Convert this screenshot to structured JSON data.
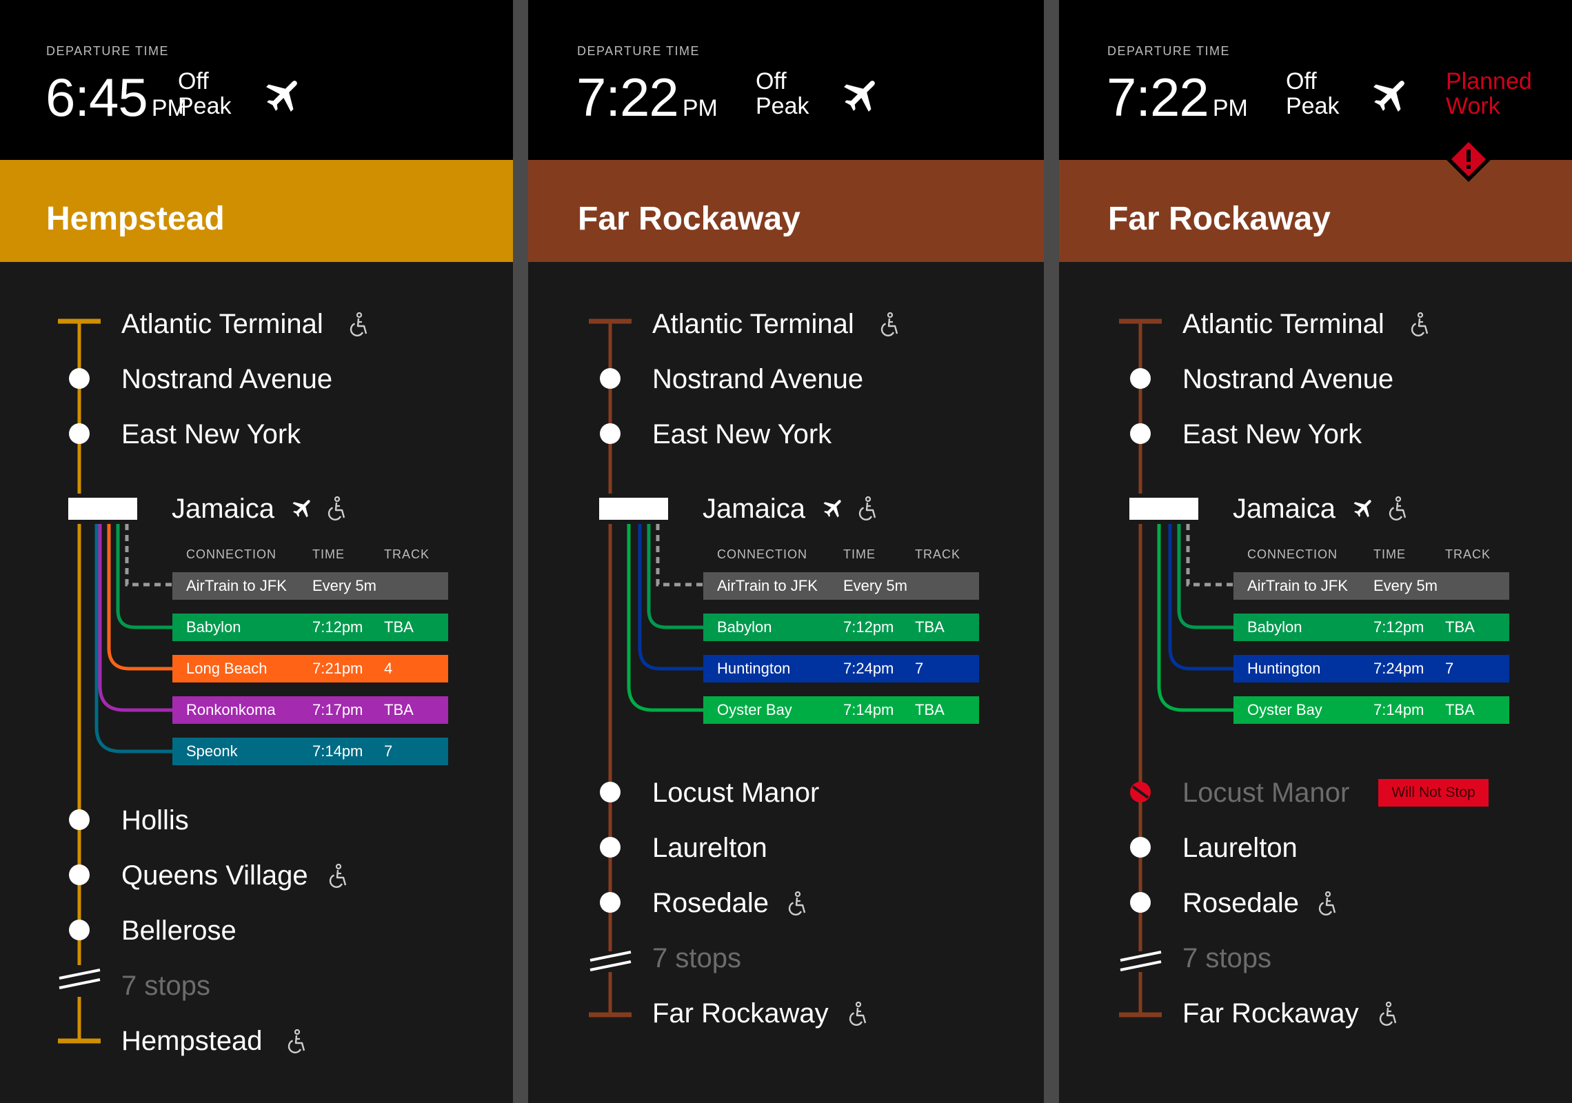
{
  "colors": {
    "hempstead_line": "#d08f00",
    "far_rockaway_line": "#843c1f",
    "babylon": "#009a4d",
    "long_beach": "#ff6316",
    "ronkonkoma": "#a42ab0",
    "speonk": "#006b84",
    "huntington": "#0033a0",
    "oyster_bay": "#00ad45",
    "airtrain": "#555555",
    "planned_work": "#d0021b"
  },
  "icons": {
    "airport": "airplane-icon",
    "accessible": "wheelchair-icon",
    "alert": "exclamation-diamond-icon"
  },
  "panels": [
    {
      "departure_label": "DEPARTURE TIME",
      "time": "6:45",
      "ampm": "PM",
      "peak": "Off Peak",
      "destination": "Hempstead",
      "stops": {
        "s1": "Atlantic Terminal",
        "s2": "Nostrand Avenue",
        "s3": "East New York",
        "hub": "Jamaica",
        "s4": "Hollis",
        "s5": "Queens Village",
        "s6": "Bellerose",
        "skipped": "7 stops",
        "last": "Hempstead"
      },
      "connections": {
        "headers": [
          "CONNECTION",
          "TIME",
          "TRACK"
        ],
        "rows": [
          {
            "name": "AirTrain to JFK",
            "time": "Every 5m",
            "track": ""
          },
          {
            "name": "Babylon",
            "time": "7:12pm",
            "track": "TBA"
          },
          {
            "name": "Long Beach",
            "time": "7:21pm",
            "track": "4"
          },
          {
            "name": "Ronkonkoma",
            "time": "7:17pm",
            "track": "TBA"
          },
          {
            "name": "Speonk",
            "time": "7:14pm",
            "track": "7"
          }
        ]
      }
    },
    {
      "departure_label": "DEPARTURE TIME",
      "time": "7:22",
      "ampm": "PM",
      "peak": "Off Peak",
      "destination": "Far Rockaway",
      "stops": {
        "s1": "Atlantic Terminal",
        "s2": "Nostrand Avenue",
        "s3": "East New York",
        "hub": "Jamaica",
        "s4": "Locust Manor",
        "s5": "Laurelton",
        "s6": "Rosedale",
        "skipped": "7 stops",
        "last": "Far Rockaway"
      },
      "connections": {
        "headers": [
          "CONNECTION",
          "TIME",
          "TRACK"
        ],
        "rows": [
          {
            "name": "AirTrain to JFK",
            "time": "Every 5m",
            "track": ""
          },
          {
            "name": "Babylon",
            "time": "7:12pm",
            "track": "TBA"
          },
          {
            "name": "Huntington",
            "time": "7:24pm",
            "track": "7"
          },
          {
            "name": "Oyster Bay",
            "time": "7:14pm",
            "track": "TBA"
          }
        ]
      }
    },
    {
      "departure_label": "DEPARTURE TIME",
      "time": "7:22",
      "ampm": "PM",
      "peak": "Off Peak",
      "alert": "Planned Work",
      "destination": "Far Rockaway",
      "stops": {
        "s1": "Atlantic Terminal",
        "s2": "Nostrand Avenue",
        "s3": "East New York",
        "hub": "Jamaica",
        "s4": "Locust Manor",
        "s4_status": "Will Not Stop",
        "s5": "Laurelton",
        "s6": "Rosedale",
        "skipped": "7 stops",
        "last": "Far Rockaway"
      },
      "connections": {
        "headers": [
          "CONNECTION",
          "TIME",
          "TRACK"
        ],
        "rows": [
          {
            "name": "AirTrain to JFK",
            "time": "Every 5m",
            "track": ""
          },
          {
            "name": "Babylon",
            "time": "7:12pm",
            "track": "TBA"
          },
          {
            "name": "Huntington",
            "time": "7:24pm",
            "track": "7"
          },
          {
            "name": "Oyster Bay",
            "time": "7:14pm",
            "track": "TBA"
          }
        ]
      }
    }
  ]
}
